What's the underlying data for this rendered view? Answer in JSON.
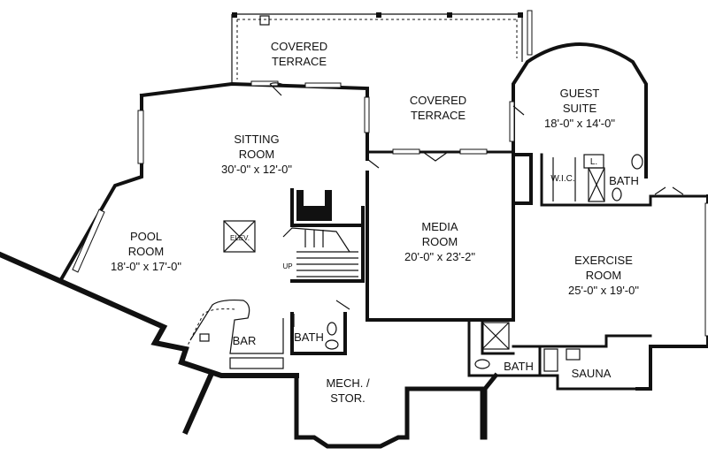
{
  "rooms": {
    "covered_terrace_1": {
      "line1": "COVERED",
      "line2": "TERRACE"
    },
    "covered_terrace_2": {
      "line1": "COVERED",
      "line2": "TERRACE"
    },
    "guest_suite": {
      "line1": "GUEST",
      "line2": "SUITE",
      "dims": "18'-0\" x 14'-0\""
    },
    "sitting_room": {
      "line1": "SITTING",
      "line2": "ROOM",
      "dims": "30'-0\" x 12'-0\""
    },
    "pool_room": {
      "line1": "POOL",
      "line2": "ROOM",
      "dims": "18'-0\" x 17'-0\""
    },
    "media_room": {
      "line1": "MEDIA",
      "line2": "ROOM",
      "dims": "20'-0\" x 23'-2\""
    },
    "exercise_room": {
      "line1": "EXERCISE",
      "line2": "ROOM",
      "dims": "25'-0\" x 19'-0\""
    },
    "mech_stor": {
      "line1": "MECH. /",
      "line2": "STOR."
    },
    "bar": {
      "label": "BAR"
    },
    "bath_1": {
      "label": "BATH"
    },
    "bath_2": {
      "label": "BATH"
    },
    "bath_3": {
      "label": "BATH"
    },
    "sauna": {
      "label": "SAUNA"
    },
    "wic": {
      "label": "W.I.C."
    },
    "linen": {
      "label": "L."
    },
    "elevator": {
      "label": "ELEV."
    },
    "stair_up": {
      "label": "UP"
    }
  }
}
